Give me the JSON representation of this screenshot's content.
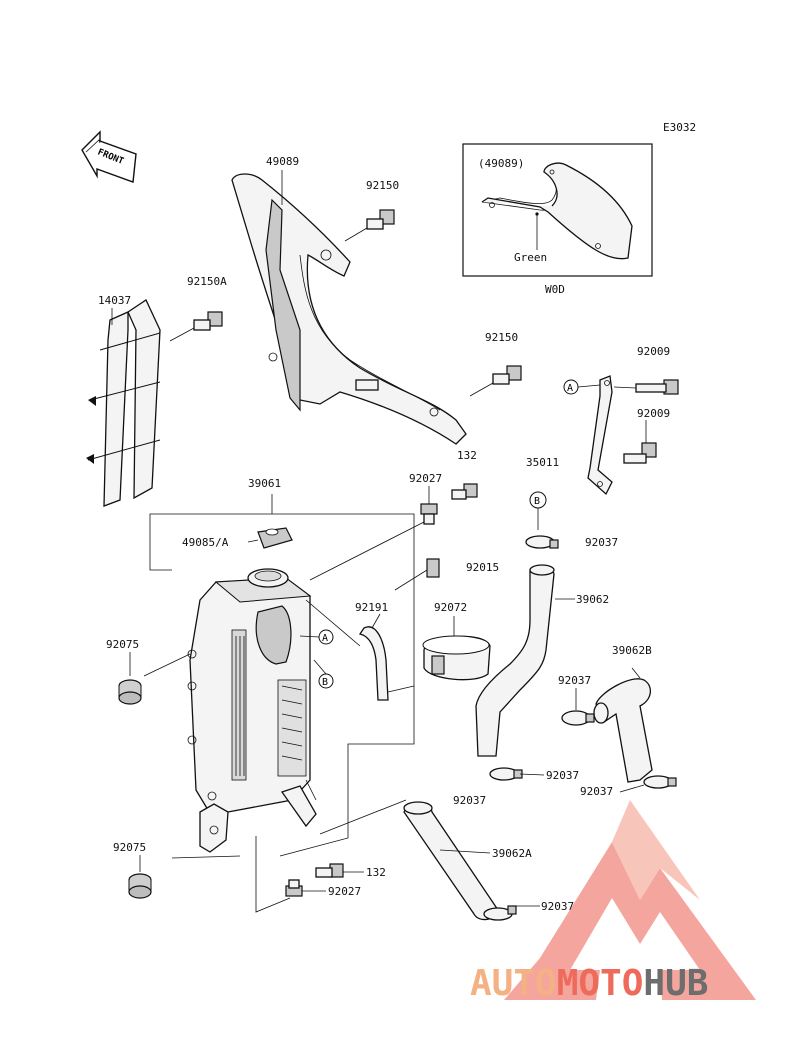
{
  "diagram_code": "E3032",
  "front_arrow_text": "FRONT",
  "inset": {
    "part_ref": "(49089)",
    "color_label": "Green",
    "variant_label": "W0D"
  },
  "part_labels": {
    "p49089": "49089",
    "p92150_top": "92150",
    "p92150A": "92150A",
    "p14037": "14037",
    "p92150_mid": "92150",
    "p92009_a": "92009",
    "p92009_b": "92009",
    "p35011": "35011",
    "p132_top": "132",
    "p92027_top": "92027",
    "p39061": "39061",
    "p49085A": "49085/A",
    "p92037_1": "92037",
    "p92015": "92015",
    "p39062": "39062",
    "p92191": "92191",
    "p92072": "92072",
    "p92075_top": "92075",
    "p39062B": "39062B",
    "p92037_2": "92037",
    "p92037_3": "92037",
    "p92037_4": "92037",
    "p92037_5": "92037",
    "p39062A": "39062A",
    "p92075_bot": "92075",
    "p132_bot": "132",
    "p92027_bot": "92027",
    "p92037_6": "92037"
  },
  "markers": {
    "A": "A",
    "B": "B"
  },
  "watermark": {
    "text_a": "AUTO",
    "text_b": "MOTO",
    "text_c": "HUB",
    "color_light": "#f4b183",
    "color_mid": "#ee6a5b",
    "color_dark": "#6d6d6d"
  }
}
